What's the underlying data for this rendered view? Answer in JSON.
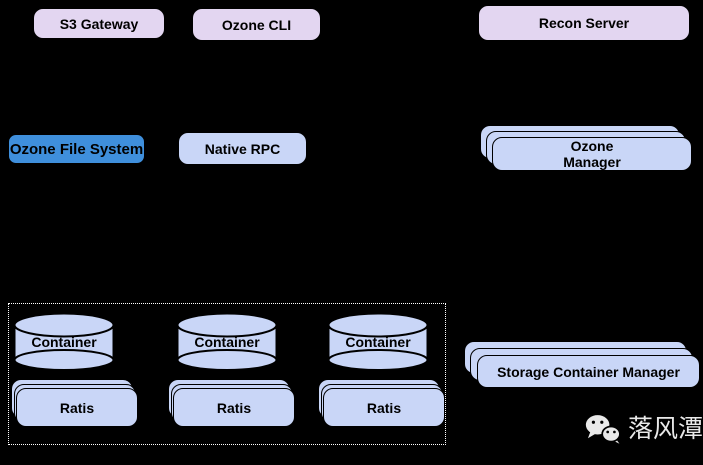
{
  "colors": {
    "bg": "#000000",
    "purple": "#E3D6F1",
    "periwinkle": "#C9D6F7",
    "blue": "#3F8FDC",
    "border": "#000000",
    "dotted": "#FFFFFF",
    "watermark": "#E9E9E9"
  },
  "diagram": {
    "top_row": [
      {
        "id": "s3-gateway",
        "label": "S3 Gateway"
      },
      {
        "id": "ozone-cli",
        "label": "Ozone CLI"
      },
      {
        "id": "recon-server",
        "label": "Recon Server"
      }
    ],
    "middle_row": [
      {
        "id": "ozone-file-system",
        "label": "Ozone File System"
      },
      {
        "id": "native-rpc",
        "label": "Native RPC"
      }
    ],
    "ozone_manager": {
      "line1": "Ozone",
      "line2": "Manager"
    },
    "storage_container_manager": {
      "label": "Storage Container Manager"
    },
    "datanode_group": {
      "containers": [
        {
          "label": "Container"
        },
        {
          "label": "Container"
        },
        {
          "label": "Container"
        }
      ],
      "ratis_stacks": [
        {
          "label": "Ratis"
        },
        {
          "label": "Ratis"
        },
        {
          "label": "Ratis"
        }
      ]
    }
  },
  "watermark": {
    "icon": "wechat-icon",
    "text": "落风潭"
  }
}
